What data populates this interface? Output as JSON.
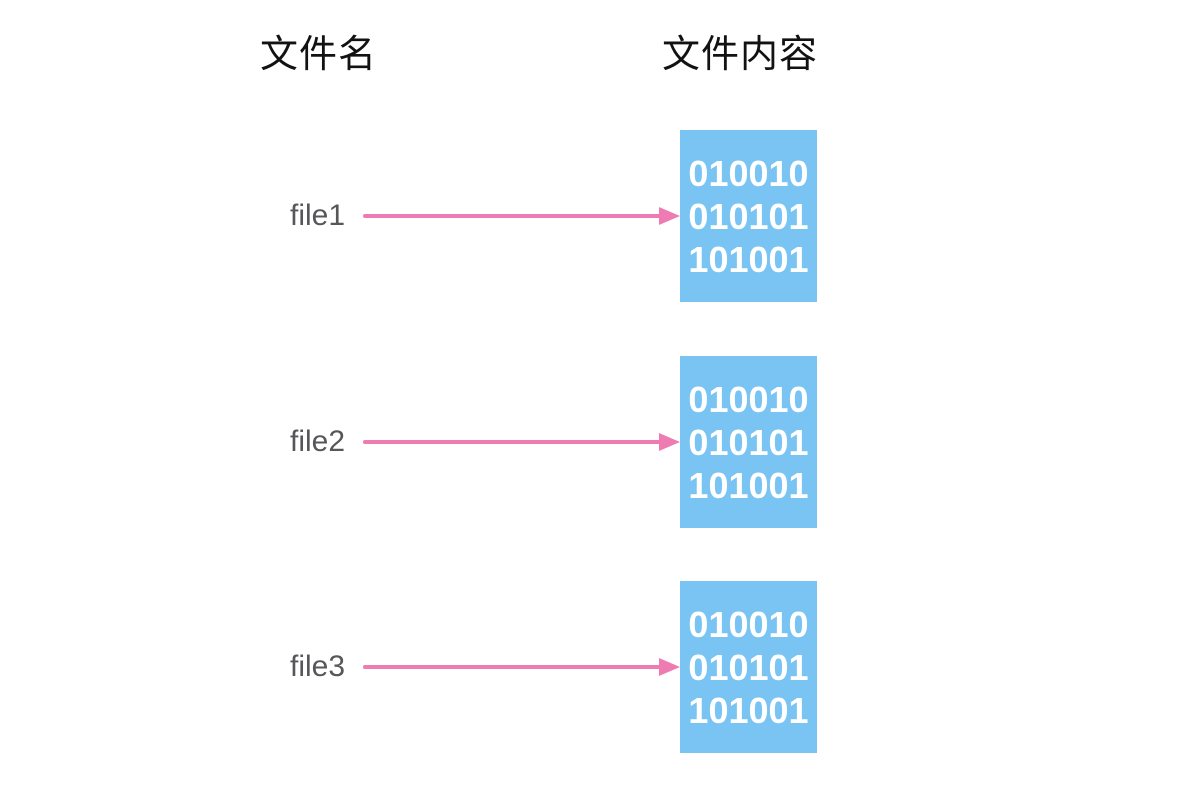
{
  "diagram": {
    "headers": {
      "left": "文件名",
      "right": "文件内容"
    },
    "colors": {
      "box_fill": "#7ac4f3",
      "arrow": "#ee7bb2",
      "label_text": "#57575a",
      "header_text": "#121212",
      "binary_text": "#ffffff",
      "canvas_bg": "#ffffff"
    },
    "files": [
      {
        "label": "file1",
        "content": [
          "010010",
          "010101",
          "101001"
        ]
      },
      {
        "label": "file2",
        "content": [
          "010010",
          "010101",
          "101001"
        ]
      },
      {
        "label": "file3",
        "content": [
          "010010",
          "010101",
          "101001"
        ]
      }
    ]
  }
}
